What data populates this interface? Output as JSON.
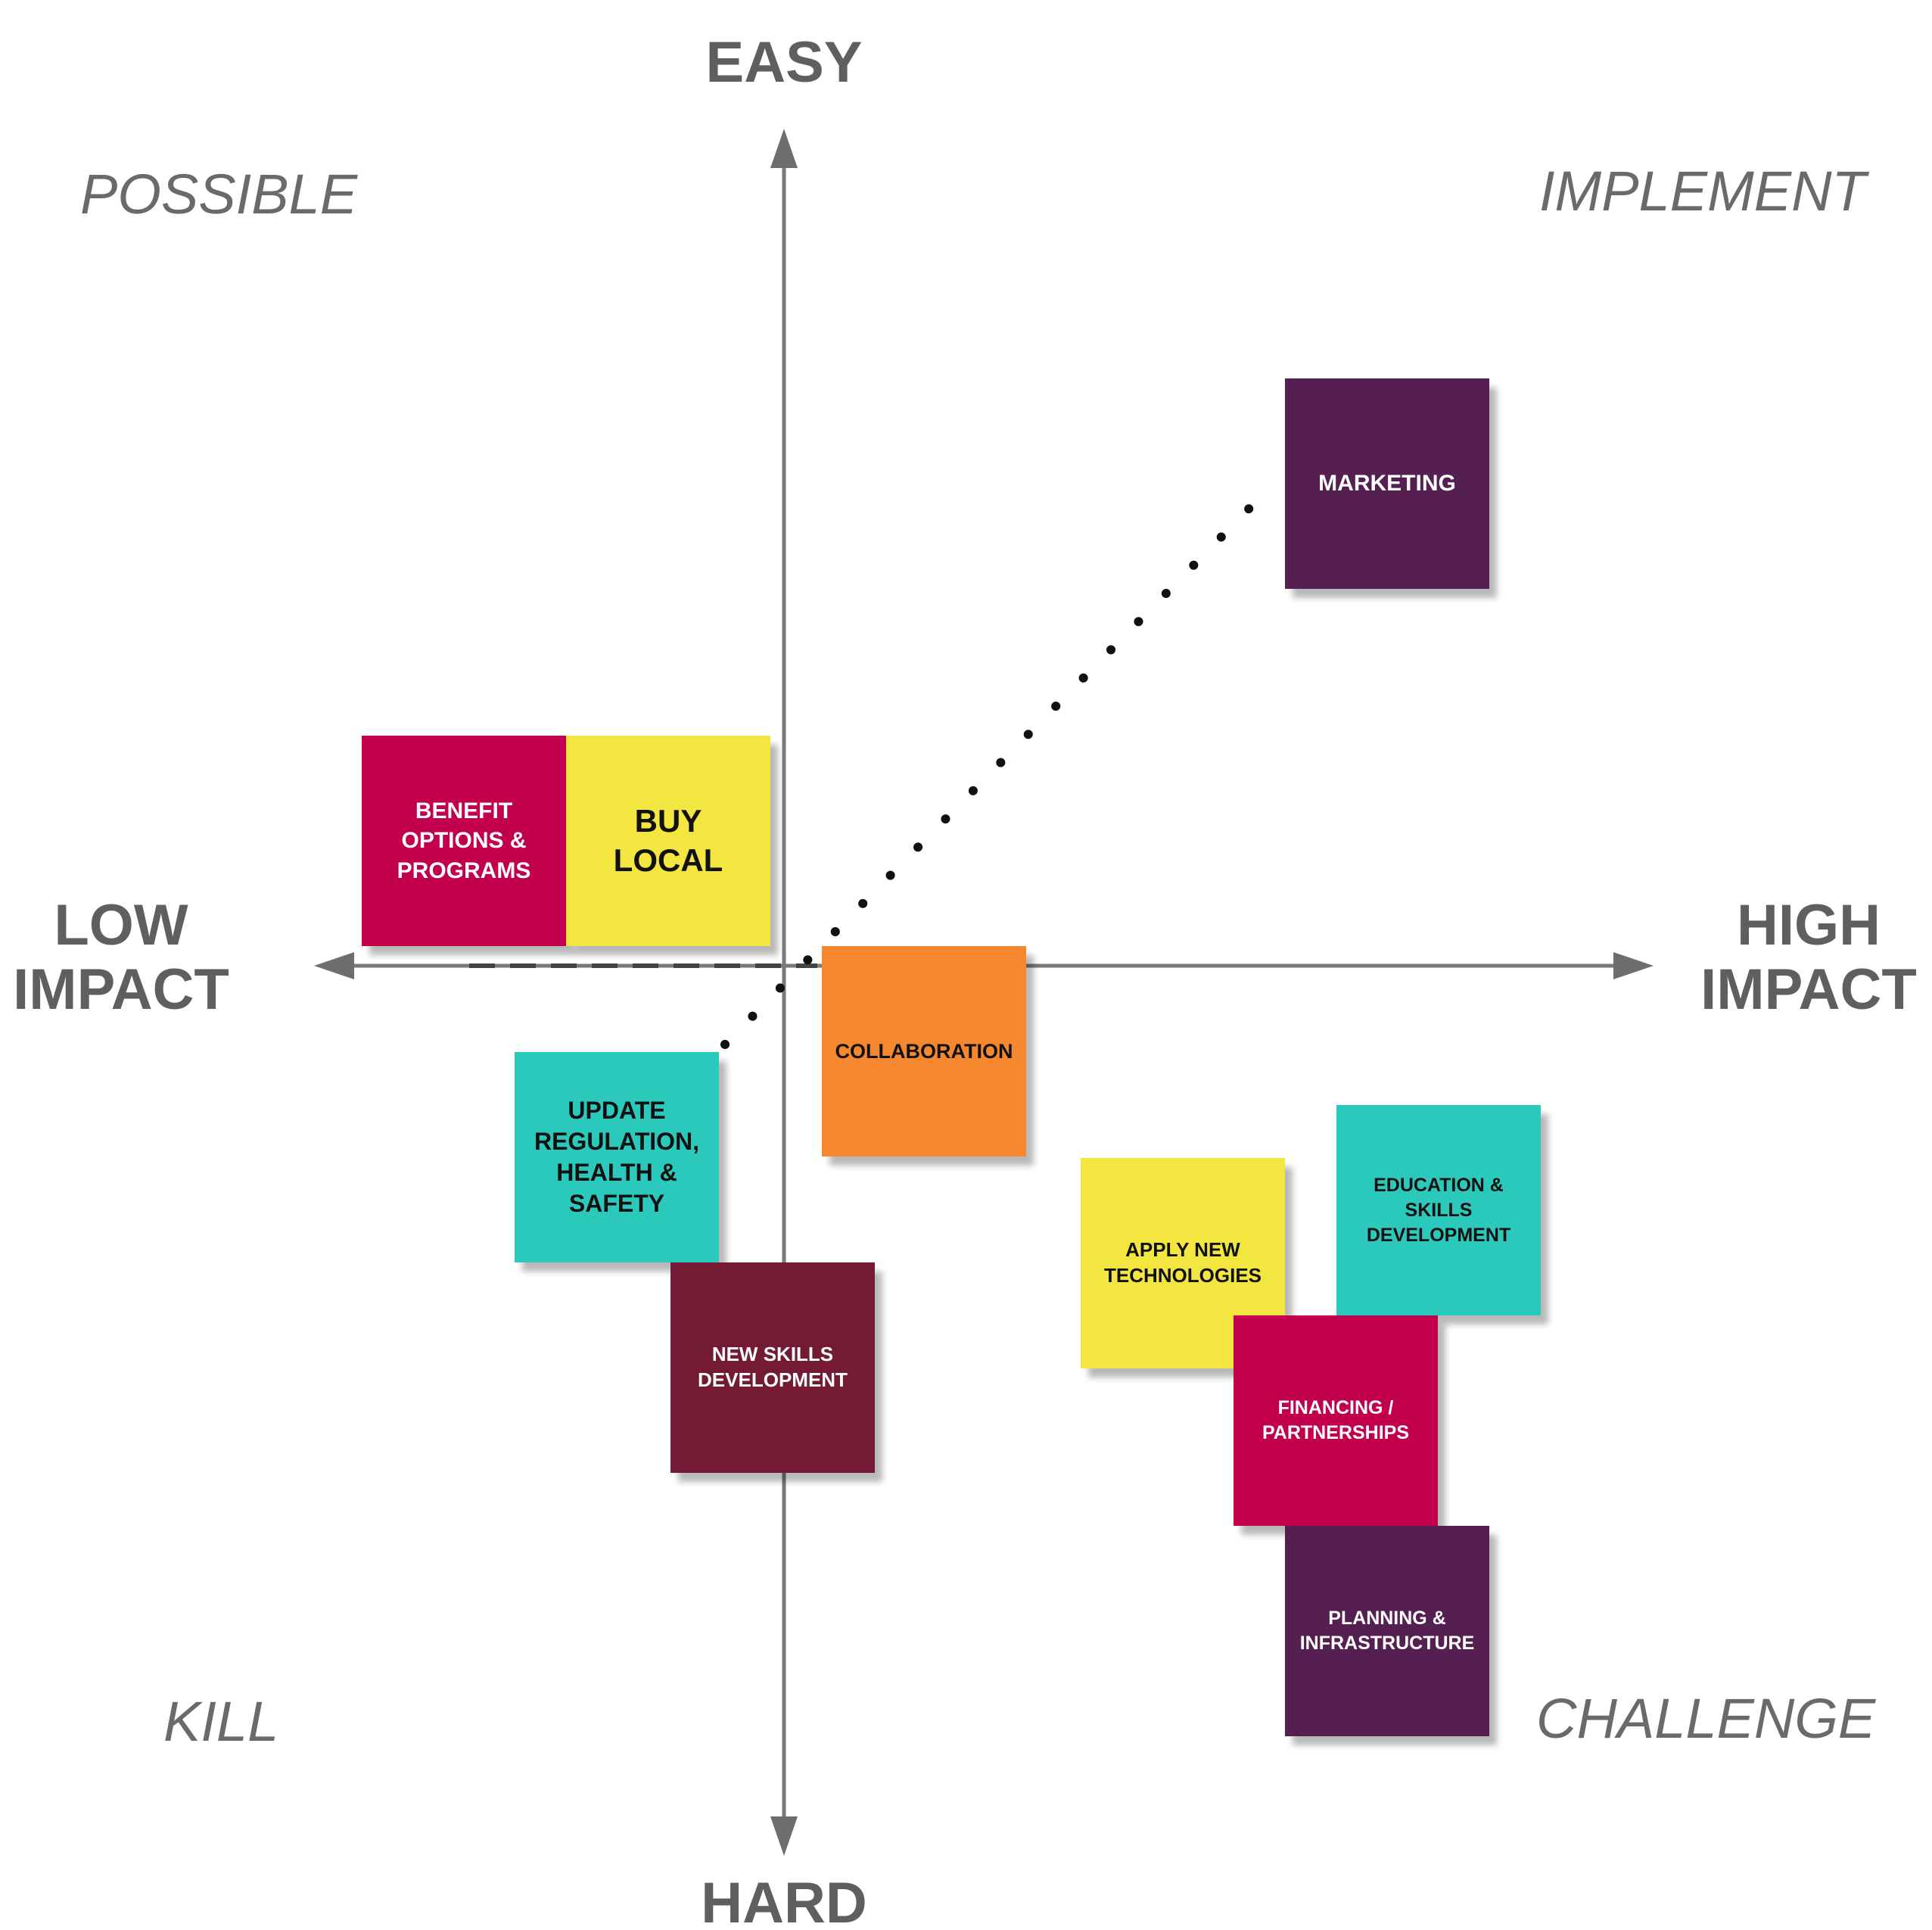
{
  "axes": {
    "top": "EASY",
    "bottom": "HARD",
    "left": "LOW\nIMPACT",
    "right": "HIGH\nIMPACT"
  },
  "quadrants": {
    "top_left": "POSSIBLE",
    "top_right": "IMPLEMENT",
    "bottom_left": "KILL",
    "bottom_right": "CHALLENGE"
  },
  "notes": {
    "marketing": {
      "label": "MARKETING",
      "color": "#561f51",
      "text_color": "#ffffff"
    },
    "benefit": {
      "label": "BENEFIT\nOPTIONS &\nPROGRAMS",
      "color": "#c3004d",
      "text_color": "#ffffff"
    },
    "buy_local": {
      "label": "BUY\nLOCAL",
      "color": "#f3e641",
      "text_color": "#111111"
    },
    "collaboration": {
      "label": "COLLABORATION",
      "color": "#f5882e",
      "text_color": "#111111"
    },
    "update_regulation": {
      "label": "UPDATE\nREGULATION,\nHEALTH &\nSAFETY",
      "color": "#2ac9bb",
      "text_color": "#111111"
    },
    "new_skills": {
      "label": "NEW SKILLS\nDEVELOPMENT",
      "color": "#741a35",
      "text_color": "#ffffff"
    },
    "apply_tech": {
      "label": "APPLY NEW\nTECHNOLOGIES",
      "color": "#f3e641",
      "text_color": "#111111"
    },
    "education": {
      "label": "EDUCATION &\nSKILLS\nDEVELOPMENT",
      "color": "#2ac9bb",
      "text_color": "#111111"
    },
    "financing": {
      "label": "FINANCING /\nPARTNERSHIPS",
      "color": "#c3004d",
      "text_color": "#ffffff"
    },
    "planning": {
      "label": "PLANNING &\nINFRASTRUCTURE",
      "color": "#561f51",
      "text_color": "#ffffff"
    }
  }
}
